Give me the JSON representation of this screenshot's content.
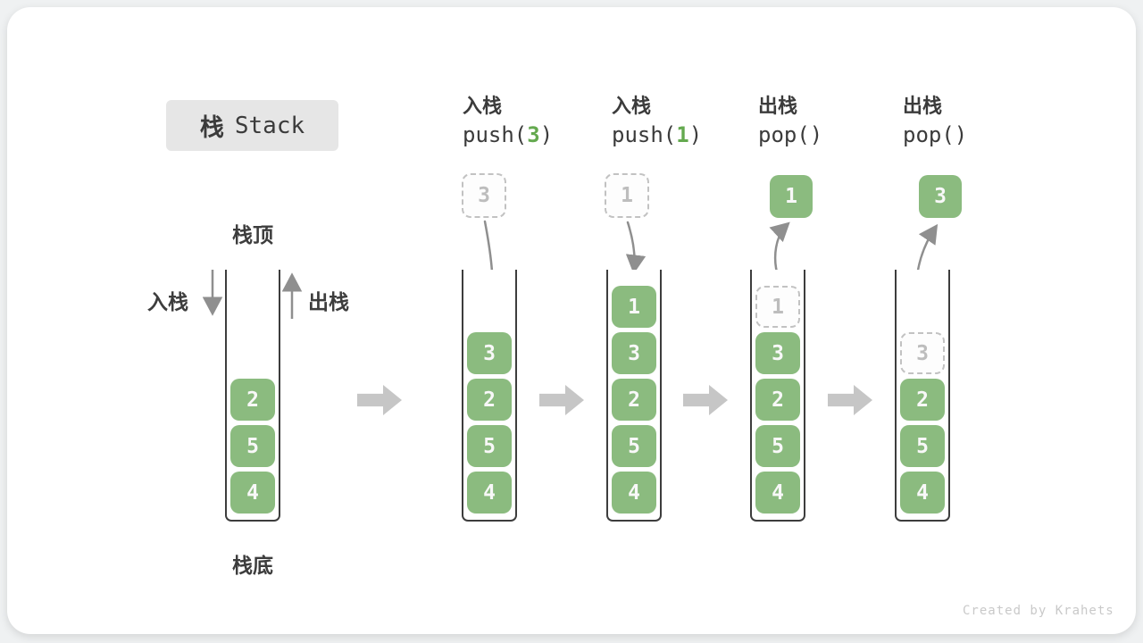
{
  "title": {
    "zh": "栈",
    "en": "Stack"
  },
  "labels": {
    "stack_top": "栈顶",
    "stack_bottom": "栈底",
    "push_side": "入栈",
    "pop_side": "出栈"
  },
  "operations": [
    {
      "zh": "入栈",
      "code_pre": "push(",
      "code_arg": "3",
      "code_post": ")"
    },
    {
      "zh": "入栈",
      "code_pre": "push(",
      "code_arg": "1",
      "code_post": ")"
    },
    {
      "zh": "出栈",
      "code_pre": "pop()",
      "code_arg": "",
      "code_post": ""
    },
    {
      "zh": "出栈",
      "code_pre": "pop()",
      "code_arg": "",
      "code_post": ""
    }
  ],
  "stacks": [
    {
      "elements": [
        "2",
        "5",
        "4"
      ]
    },
    {
      "incoming": "3",
      "elements": [
        "3",
        "2",
        "5",
        "4"
      ]
    },
    {
      "incoming": "1",
      "elements": [
        "1",
        "3",
        "2",
        "5",
        "4"
      ]
    },
    {
      "popped": "1",
      "ghost": "1",
      "elements": [
        "3",
        "2",
        "5",
        "4"
      ]
    },
    {
      "popped": "3",
      "ghost": "3",
      "elements": [
        "2",
        "5",
        "4"
      ]
    }
  ],
  "watermark": "Created by Krahets",
  "colors": {
    "element_green": "#8bbb7f",
    "code_arg_green": "#64a94f",
    "ghost_gray": "#c2c2c2",
    "flow_arrow_gray": "#c6c6c6",
    "arrow_gray": "#8f8f8f",
    "title_box_bg": "#e6e6e6",
    "text_dark": "#3b3b3b"
  }
}
